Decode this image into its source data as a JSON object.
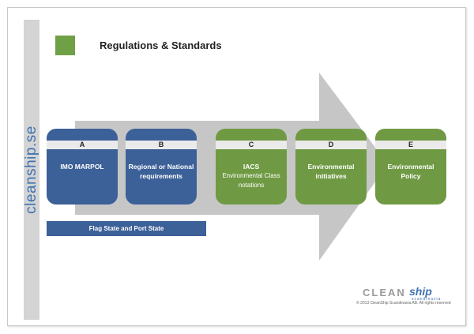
{
  "side_text": "cleanship.se",
  "title": "Regulations & Standards",
  "boxes": [
    {
      "letter": "A",
      "label": "IMO MARPOL",
      "sub": ""
    },
    {
      "letter": "B",
      "label": "Regional or National requirements",
      "sub": ""
    },
    {
      "letter": "C",
      "label": "IACS",
      "sub": "Environmental Class notations"
    },
    {
      "letter": "D",
      "label": "Environmental initiatives",
      "sub": ""
    },
    {
      "letter": "E",
      "label": "Environmental Policy",
      "sub": ""
    }
  ],
  "flag_bar": "Flag State and Port State",
  "logo": {
    "clean": "CLEAN",
    "ship": "ship",
    "scan": "scandinavia"
  },
  "copyright": "© 2013 CleanShip Scandinavia AB. All rights reserved",
  "colors": {
    "blue": "#3c6098",
    "green": "#6f9a43",
    "arrow": "#c6c6c6",
    "side_text": "#3f72b0"
  }
}
